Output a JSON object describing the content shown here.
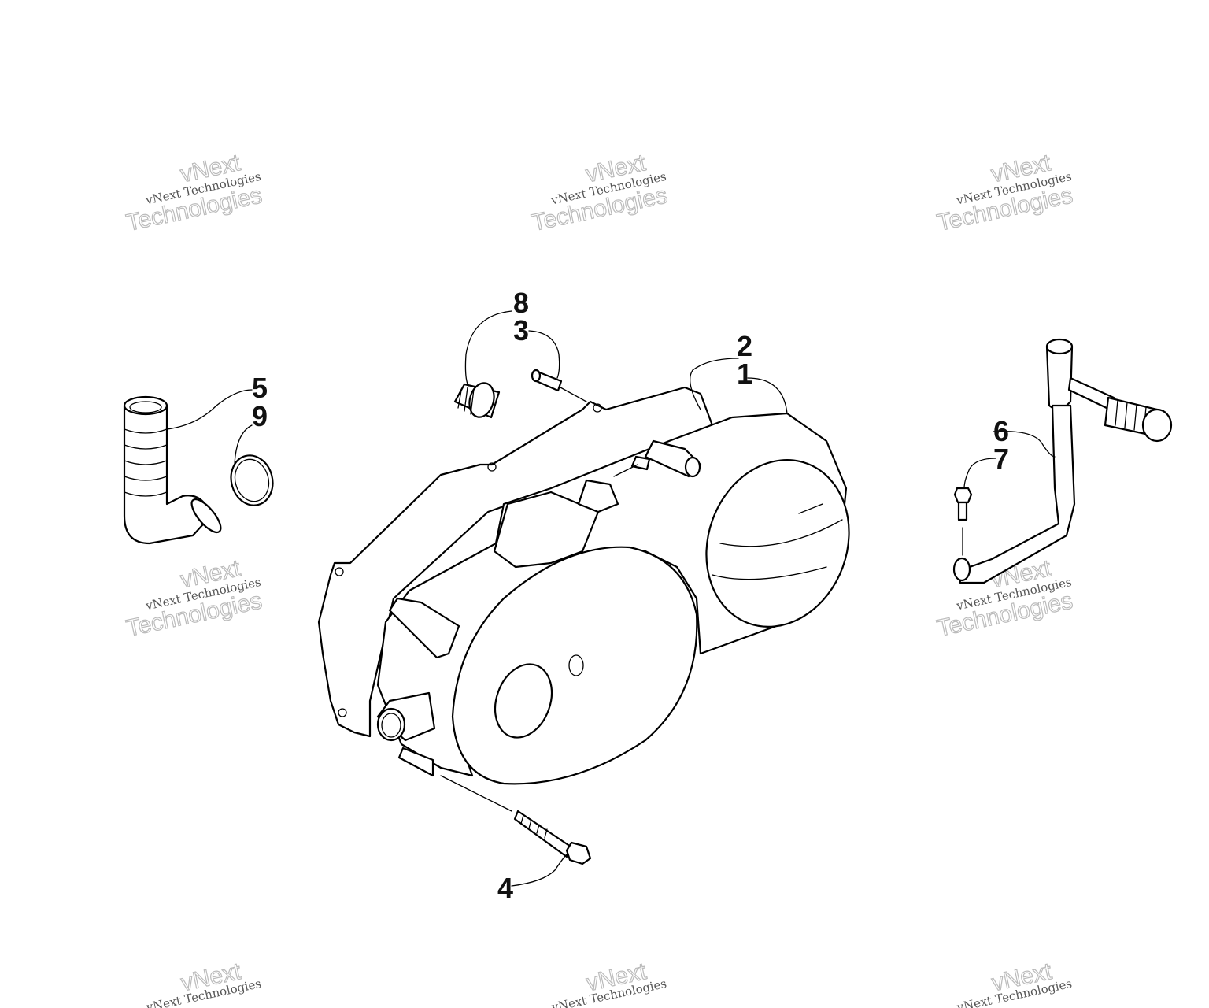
{
  "callouts": [
    "1",
    "2",
    "3",
    "4",
    "5",
    "6",
    "7",
    "8",
    "9"
  ],
  "watermark": {
    "line1": "vNext",
    "line2": "vNext Technologies",
    "line3": "Technologies"
  }
}
